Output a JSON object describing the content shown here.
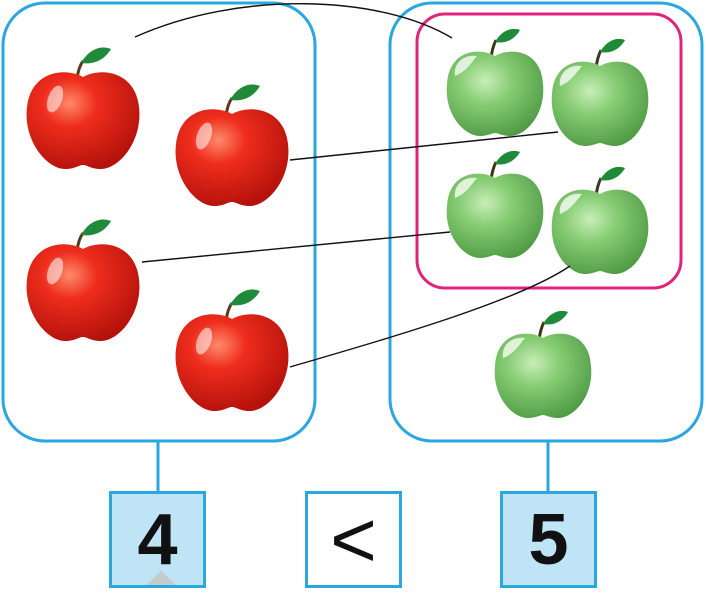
{
  "left_group": {
    "count_label": "4",
    "apple_color": "red"
  },
  "right_group": {
    "count_label": "5",
    "apple_color": "green",
    "matched_pairs": 4
  },
  "comparison_symbol": "<",
  "colors": {
    "frame": "#2aa7df",
    "highlight": "#e0247b",
    "count_box_fill": "#bfe4f6",
    "red_apple": "#e8261a",
    "green_apple": "#7cc56f",
    "leaf": "#1f8a3a"
  },
  "icons": [
    "red-apple-icon",
    "green-apple-icon"
  ]
}
